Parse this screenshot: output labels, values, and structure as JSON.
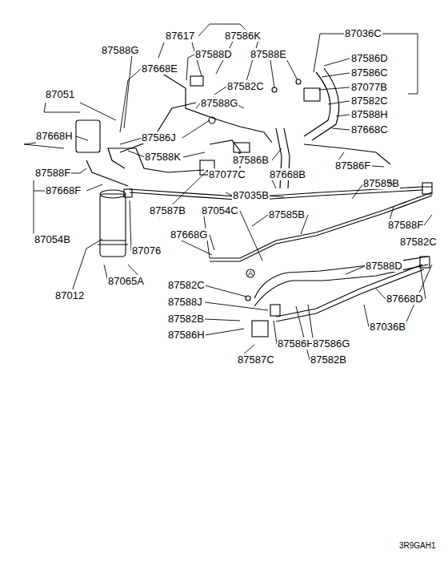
{
  "diagram": {
    "labels": [
      "87617",
      "87586K",
      "87036C",
      "87588G",
      "87588D",
      "87588E",
      "87668E",
      "87586D",
      "87051",
      "87582C",
      "87586C",
      "87588G",
      "87077B",
      "87582C",
      "87668H",
      "87586J",
      "87588H",
      "87668C",
      "87588K",
      "87586B",
      "87586F",
      "87588F",
      "87077C",
      "87668B",
      "87585B",
      "87668F",
      "87035B",
      "87587B",
      "87054C",
      "87585B",
      "87588F",
      "87054B",
      "87668G",
      "87582C",
      "87076",
      "87588D",
      "87012",
      "87065A",
      "87582C",
      "87668D",
      "87588J",
      "87036B",
      "87582B",
      "87586H",
      "87586H",
      "87586G",
      "87587C",
      "87582B",
      "3R9GAH1",
      "A",
      "A"
    ]
  }
}
